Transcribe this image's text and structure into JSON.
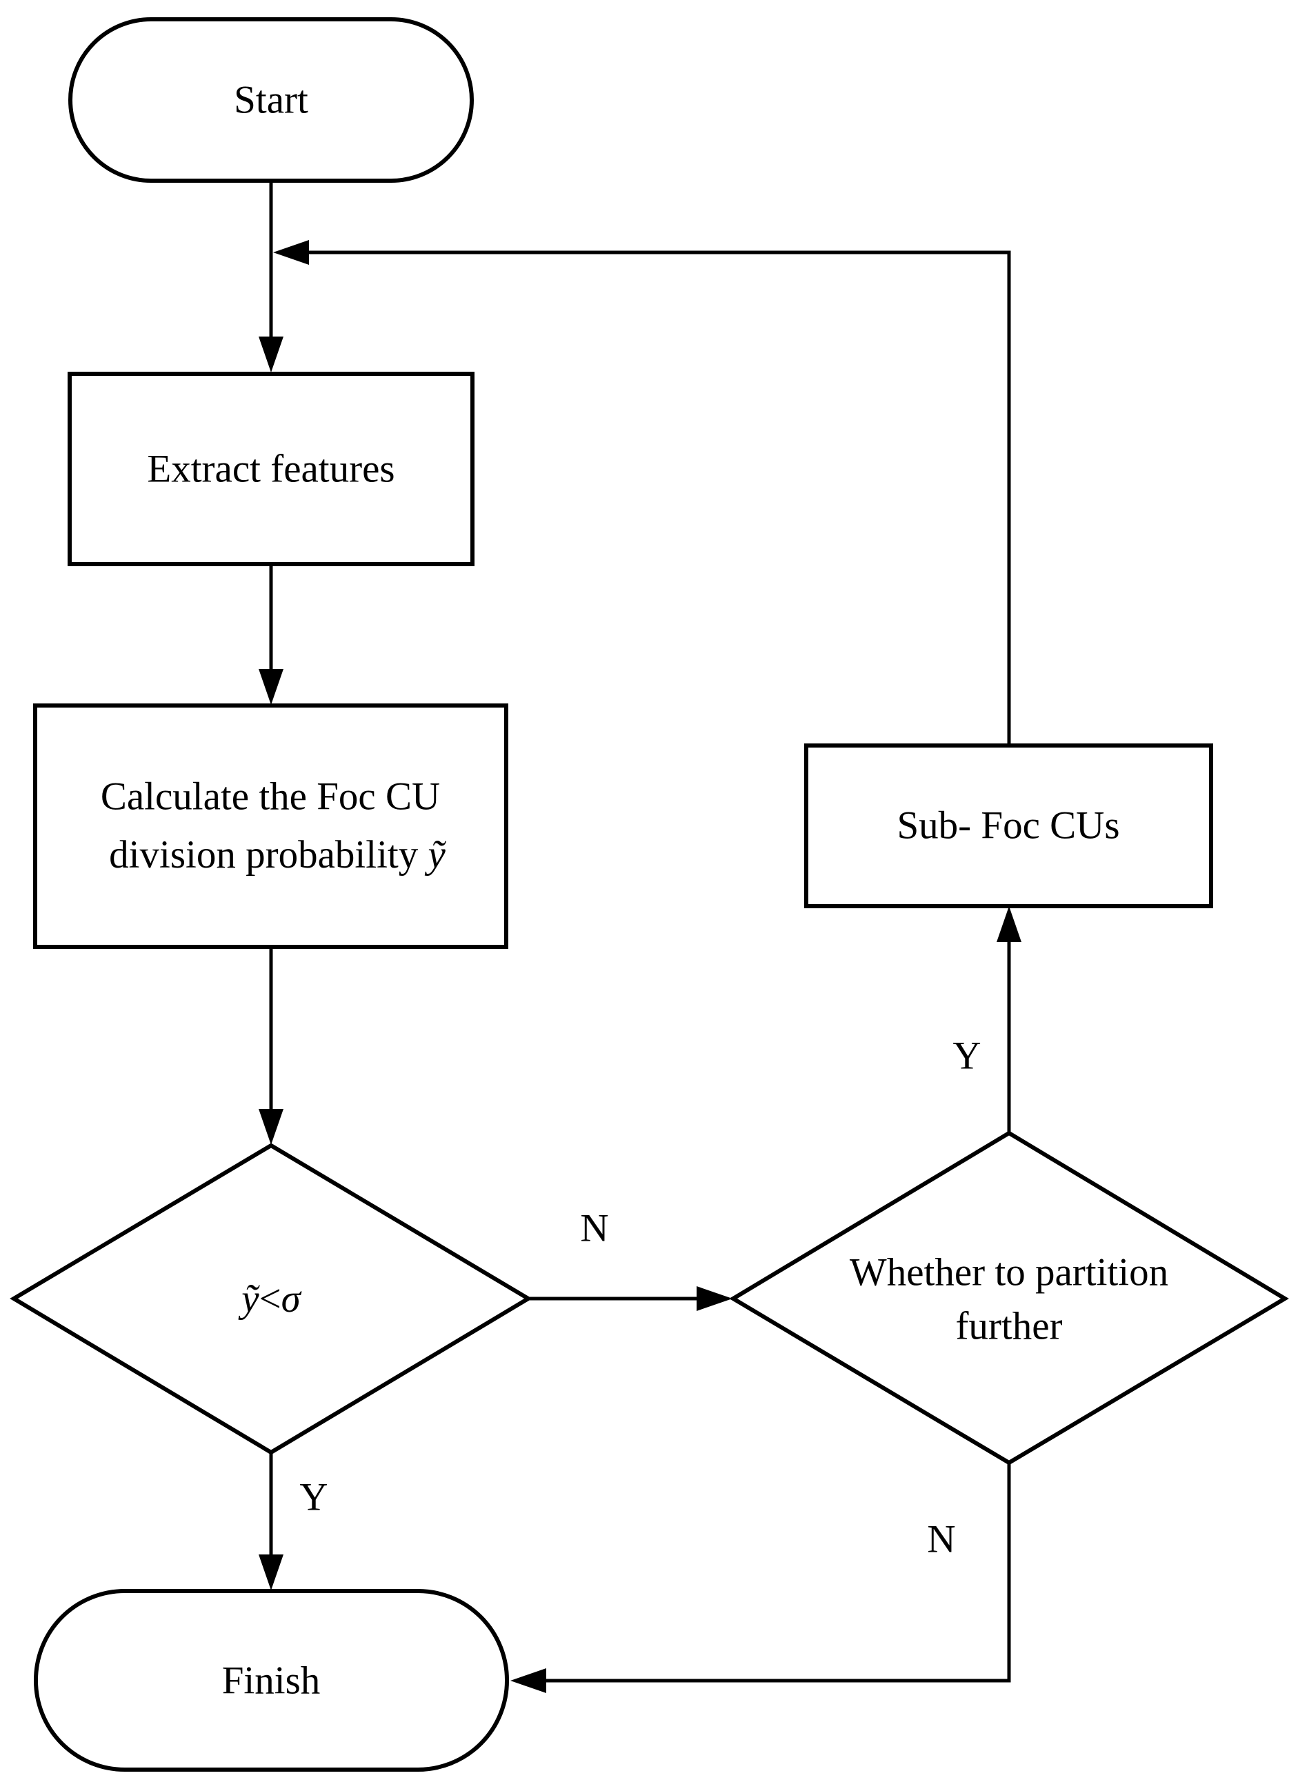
{
  "nodes": {
    "start": "Start",
    "extract": "Extract features",
    "calculate": {
      "line1": "Calculate the Foc CU",
      "line2_prefix": "division probability ",
      "symbol": "ỹ"
    },
    "decision": {
      "y": "ỹ",
      "lt": "<",
      "sigma": "σ"
    },
    "partition": {
      "line1": "Whether to partition",
      "line2": "further"
    },
    "sub": "Sub- Foc CUs",
    "finish": "Finish"
  },
  "edge_labels": {
    "decision_no": "N",
    "decision_yes": "Y",
    "partition_yes": "Y",
    "partition_no": "N"
  }
}
